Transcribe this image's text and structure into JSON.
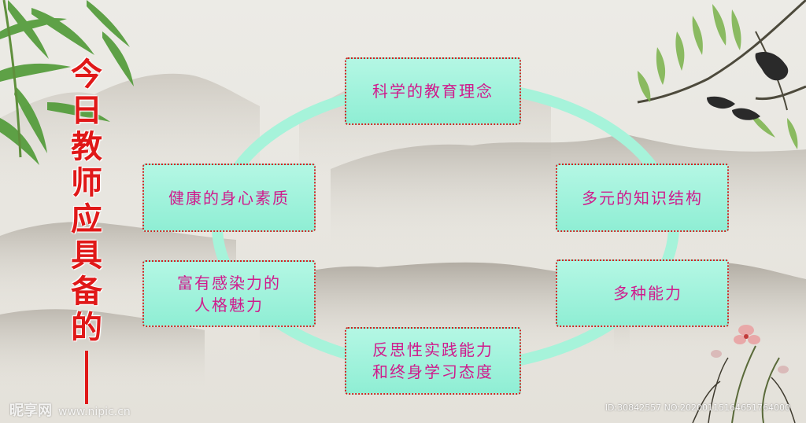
{
  "title": {
    "chars": [
      "今",
      "日",
      "教",
      "师",
      "应",
      "具",
      "备",
      "的"
    ]
  },
  "cycle": {
    "top": "科学的教育理念",
    "right_upper": "多元的知识结构",
    "right_lower": "多种能力",
    "left_upper": "健康的身心素质",
    "left_lower_line1": "富有感染力的",
    "left_lower_line2": "人格魅力",
    "bottom_line1": "反思性实践能力",
    "bottom_line2": "和终身学习态度"
  },
  "watermark": {
    "site_name": "昵享网",
    "site_url": "www.nipic.cn",
    "id_text": "ID:30842557 NO:20200115164651764000"
  },
  "colors": {
    "box_fill": "#9ff2da",
    "box_border": "#d42020",
    "box_text": "#d01a8c",
    "title_red": "#e01818",
    "ring": "#a6f3da"
  },
  "icons": {
    "bamboo": "bamboo-leaves-icon",
    "branch": "willow-branch-icon",
    "birds": "bird-icon",
    "flower": "orchid-flower-icon"
  }
}
